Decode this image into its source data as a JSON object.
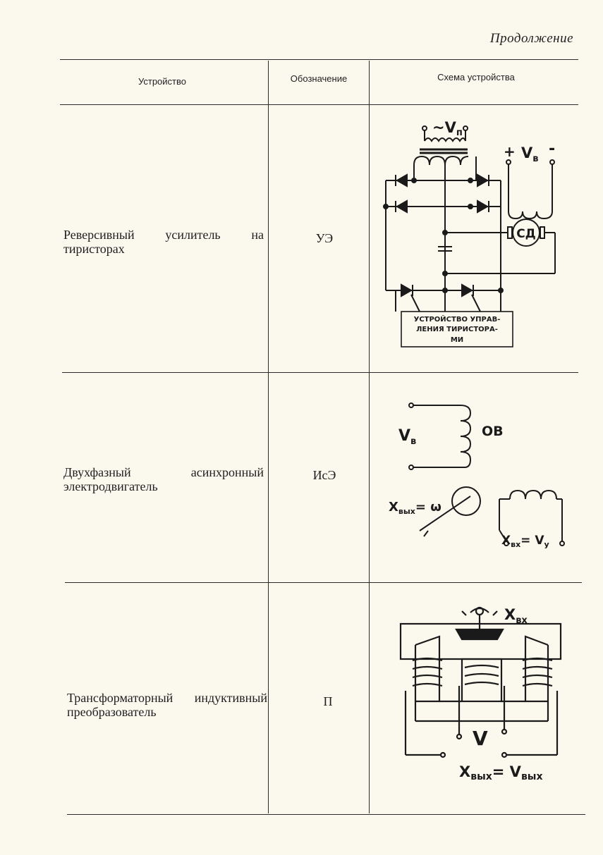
{
  "page": {
    "continuation_label": "Продолжение"
  },
  "table": {
    "headers": [
      "Устройство",
      "Обозначение",
      "Схема устройства"
    ],
    "rows": [
      {
        "device": "Реверсивный усилитель на тиристорах",
        "designation": "УЭ",
        "scheme": {
          "supply_label": "~V",
          "supply_subscript": "п",
          "plus": "+",
          "minus": "-",
          "bias_label": "V",
          "bias_subscript": "в",
          "motor_label": "СД",
          "control_line1": "УСТРОЙСТВО УПРАВ-",
          "control_line2": "ЛЕНИЯ ТИРИСТОРА-",
          "control_line3": "МИ"
        }
      },
      {
        "device": "Двухфазный асинхронный электродвигатель",
        "designation": "ИсЭ",
        "scheme": {
          "excitation_label": "V",
          "excitation_subscript": "в",
          "winding_label": "ОВ",
          "output_label": "X",
          "output_subscript": "вых",
          "output_equals": "= ω",
          "input_label": "X",
          "input_subscript": "вх",
          "input_equals": "= V",
          "input_equals_subscript": "у"
        }
      },
      {
        "device": "Трансформаторный индуктивный преобразователь",
        "designation": "П",
        "scheme": {
          "input_label": "X",
          "input_subscript": "вх",
          "supply_label": "V",
          "output_label": "X",
          "output_subscript": "вых",
          "output_equals": "= V",
          "output_equals_subscript": "вых"
        }
      }
    ]
  }
}
